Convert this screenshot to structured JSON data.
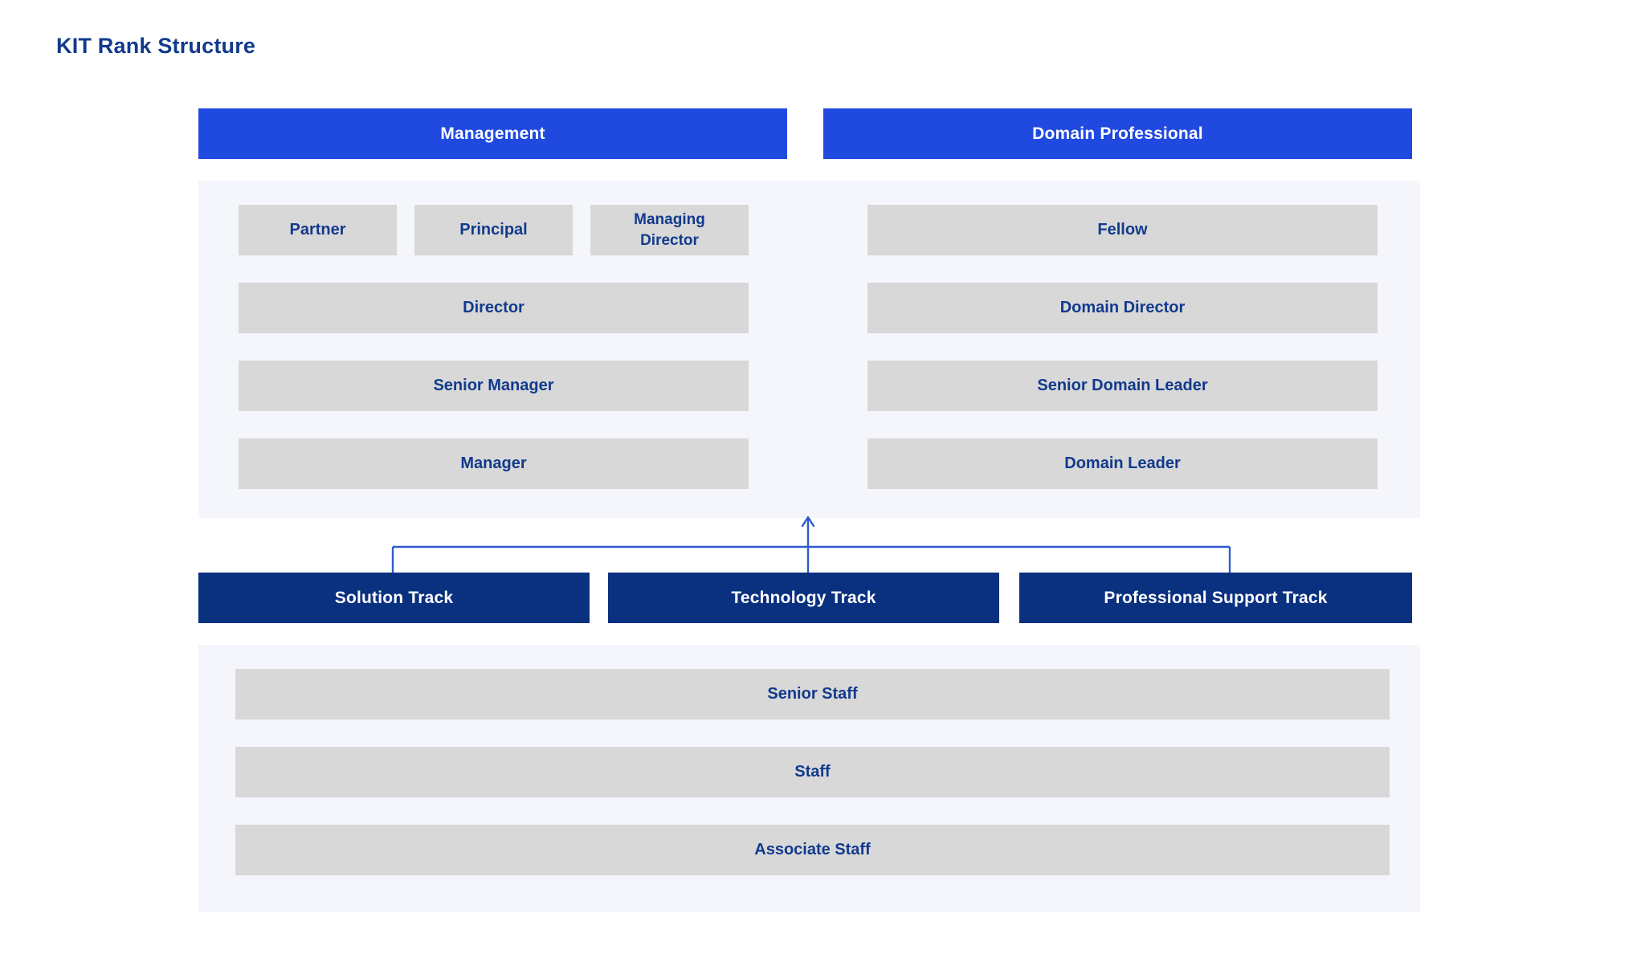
{
  "page": {
    "title": "KIT Rank Structure"
  },
  "colors": {
    "title_text": "#123A8C",
    "header_bright_blue": "#2049E0",
    "header_navy_blue": "#0A3080",
    "panel_background": "#F4F6FB",
    "rank_box_fill": "#D8D8D8",
    "rank_box_text": "#123A8C",
    "connector_line": "#2F5BD0",
    "page_background": "#FFFFFF"
  },
  "upper_section": {
    "columns": [
      {
        "header": "Management",
        "header_style": "bright",
        "split_row": [
          {
            "label": "Partner"
          },
          {
            "label": "Principal"
          },
          {
            "label": "Managing Director"
          }
        ],
        "rows": [
          {
            "label": "Director"
          },
          {
            "label": "Senior Manager"
          },
          {
            "label": "Manager"
          }
        ]
      },
      {
        "header": "Domain Professional",
        "header_style": "bright",
        "split_row": [],
        "rows": [
          {
            "label": "Fellow"
          },
          {
            "label": "Domain Director"
          },
          {
            "label": "Senior Domain Leader"
          },
          {
            "label": "Domain Leader"
          }
        ]
      }
    ]
  },
  "lower_section": {
    "tracks": [
      {
        "label": "Solution Track"
      },
      {
        "label": "Technology Track"
      },
      {
        "label": "Professional Support Track"
      }
    ],
    "rows": [
      {
        "label": "Senior Staff"
      },
      {
        "label": "Staff"
      },
      {
        "label": "Associate Staff"
      }
    ]
  },
  "connector": {
    "description": "tracks-to-management-arrow",
    "direction": "up"
  }
}
